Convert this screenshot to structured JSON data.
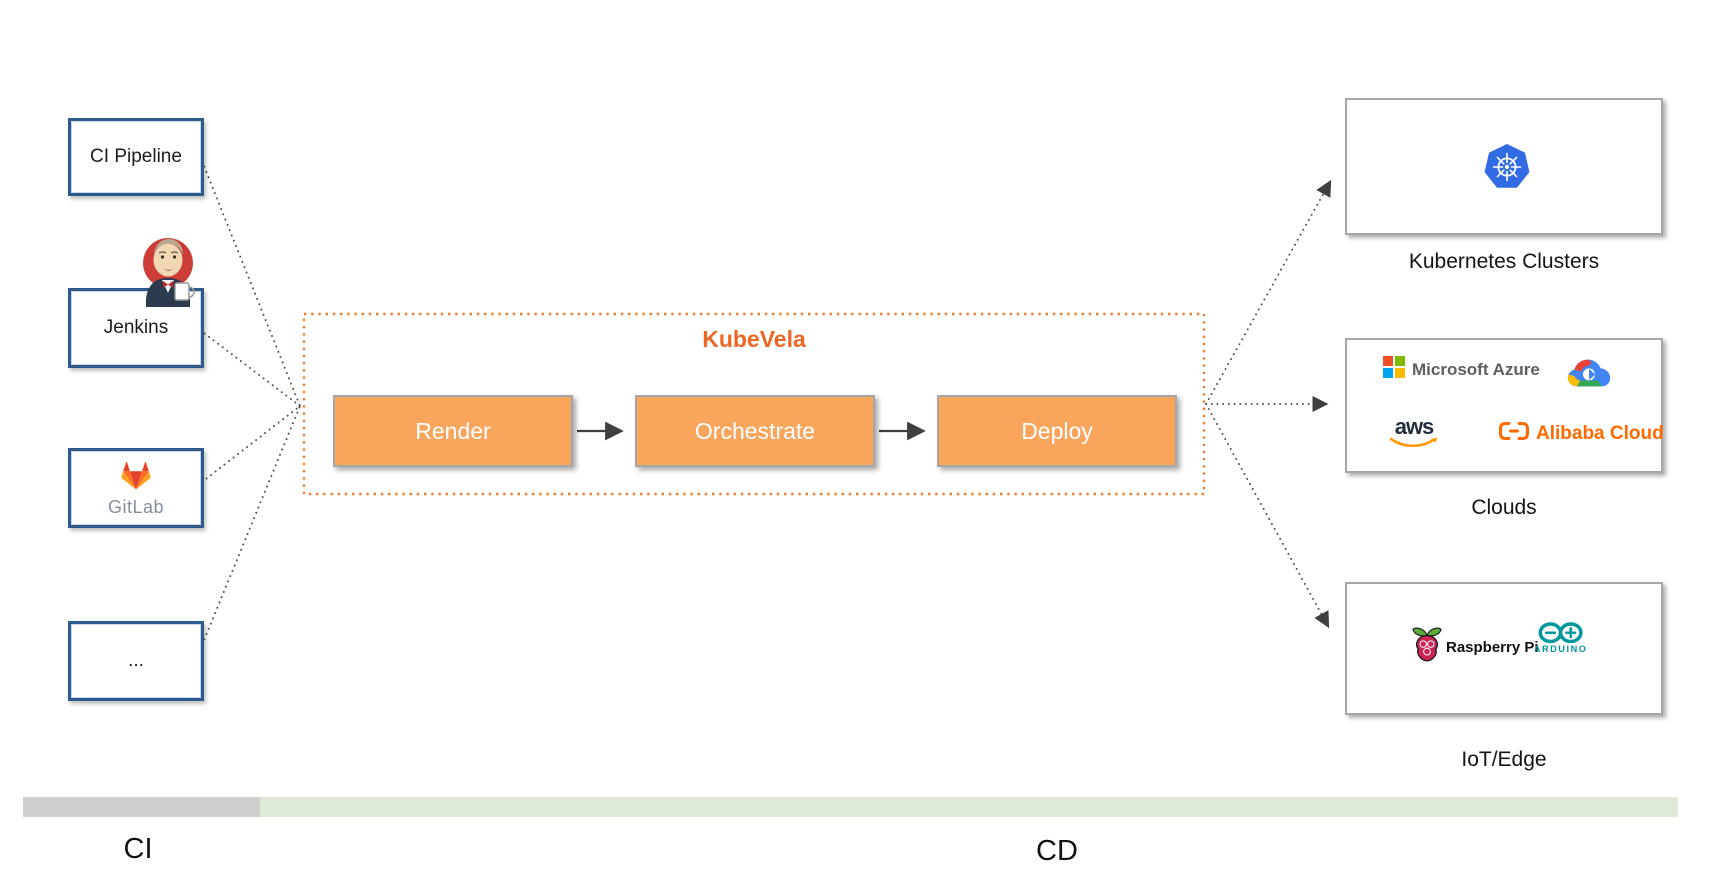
{
  "diagram": {
    "sources": [
      {
        "id": "ci-pipeline",
        "label": "CI Pipeline"
      },
      {
        "id": "jenkins",
        "label": "Jenkins",
        "icon": "jenkins-mascot-icon"
      },
      {
        "id": "gitlab",
        "label": "GitLab",
        "icon": "gitlab-tanuki-icon"
      },
      {
        "id": "more",
        "label": "..."
      }
    ],
    "kubevela": {
      "title": "KubeVela",
      "steps": [
        {
          "label": "Render"
        },
        {
          "label": "Orchestrate"
        },
        {
          "label": "Deploy"
        }
      ]
    },
    "targets": {
      "kubernetes": {
        "label": "Kubernetes Clusters",
        "icon": "kubernetes-helm-icon"
      },
      "clouds": {
        "label": "Clouds",
        "providers": {
          "azure": {
            "label": "Microsoft Azure",
            "icon": "microsoft-squares-icon"
          },
          "google": {
            "icon": "google-cloud-icon",
            "name": "Google Cloud"
          },
          "aws": {
            "label": "aws",
            "icon": "aws-smile-icon"
          },
          "alibaba": {
            "label": "Alibaba Cloud",
            "icon": "alibaba-cloud-brackets-icon"
          }
        }
      },
      "iot": {
        "label": "IoT/Edge",
        "devices": {
          "raspberry": {
            "label": "Raspberry Pi",
            "icon": "raspberry-pi-icon"
          },
          "arduino": {
            "label": "ARDUINO",
            "icon": "arduino-infinity-icon"
          }
        }
      }
    },
    "phase_bar": {
      "ci_label": "CI",
      "cd_label": "CD",
      "ci_color": "#cfcfcf",
      "cd_color": "#dee9d6"
    },
    "colors": {
      "kubevela_accent": "#ed6724",
      "kubevela_border": "#ed7d31",
      "process_fill": "#f9a55c",
      "source_border": "#2f5a8c",
      "kubernetes_blue": "#326ce5",
      "arduino_teal": "#00979d",
      "alibaba_orange": "#ff6a00",
      "aws_orange": "#ff9900",
      "raspberry_red": "#cd2355",
      "connector_gray": "#4e4e4e"
    }
  }
}
